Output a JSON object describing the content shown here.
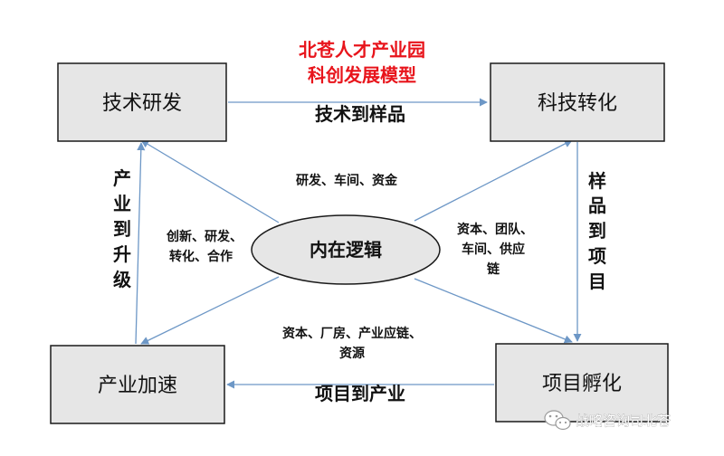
{
  "title": {
    "line1": "北苍人才产业园",
    "line2": "科创发展模型"
  },
  "nodes": {
    "rd": "技术研发",
    "transfer": "科技转化",
    "accelerate": "产业加速",
    "incubate": "项目孵化",
    "center": "内在逻辑"
  },
  "edges": {
    "top": "技术到样品",
    "right": [
      "样",
      "品",
      "到",
      "项",
      "目"
    ],
    "bottom": "项目到产业",
    "left": [
      "产",
      "业",
      "到",
      "升",
      "级"
    ]
  },
  "spokes": {
    "up": "研发、车间、资金",
    "left": [
      "创新、研发、",
      "转化、合作"
    ],
    "right": [
      "资本、团队、",
      "车间、供应",
      "链"
    ],
    "down": [
      "资本、厂房、产业应链、",
      "资源"
    ]
  },
  "watermark": "战略咨询司北苍",
  "colors": {
    "box_fill": "#e6e6e6",
    "box_stroke": "#1a1a1a",
    "arrow": "#6d97c6",
    "title": "#e8141b"
  }
}
